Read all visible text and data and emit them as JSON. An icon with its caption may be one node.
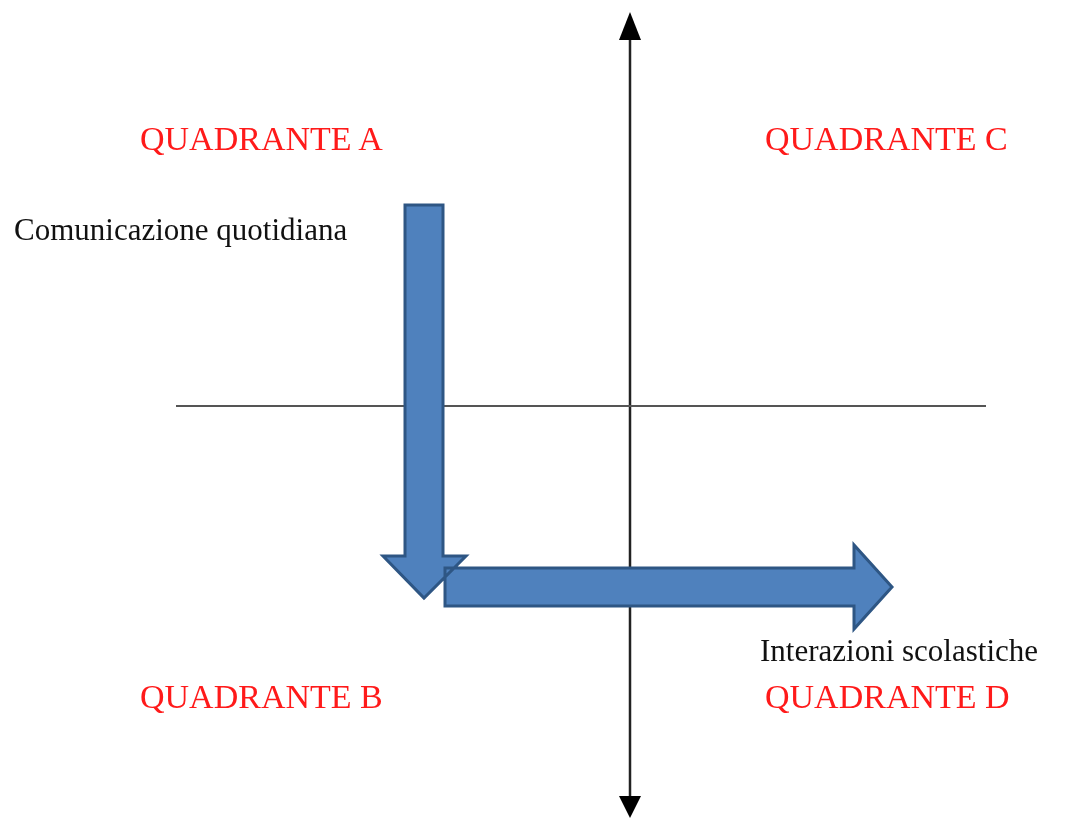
{
  "diagram": {
    "nodes": [
      {
        "text": [
          "Comunicazione quotidiana"
        ]
      },
      {
        "text": [
          "Interazioni scolastiche"
        ]
      }
    ],
    "edges": [
      {
        "from": 0,
        "to": 1,
        "arrow": "to",
        "style": "thick",
        "color": "#4f81bd"
      }
    ],
    "labels": [
      "QUADRANTE A",
      "QUADRANTE C",
      "QUADRANTE B",
      "QUADRANTE D"
    ]
  }
}
